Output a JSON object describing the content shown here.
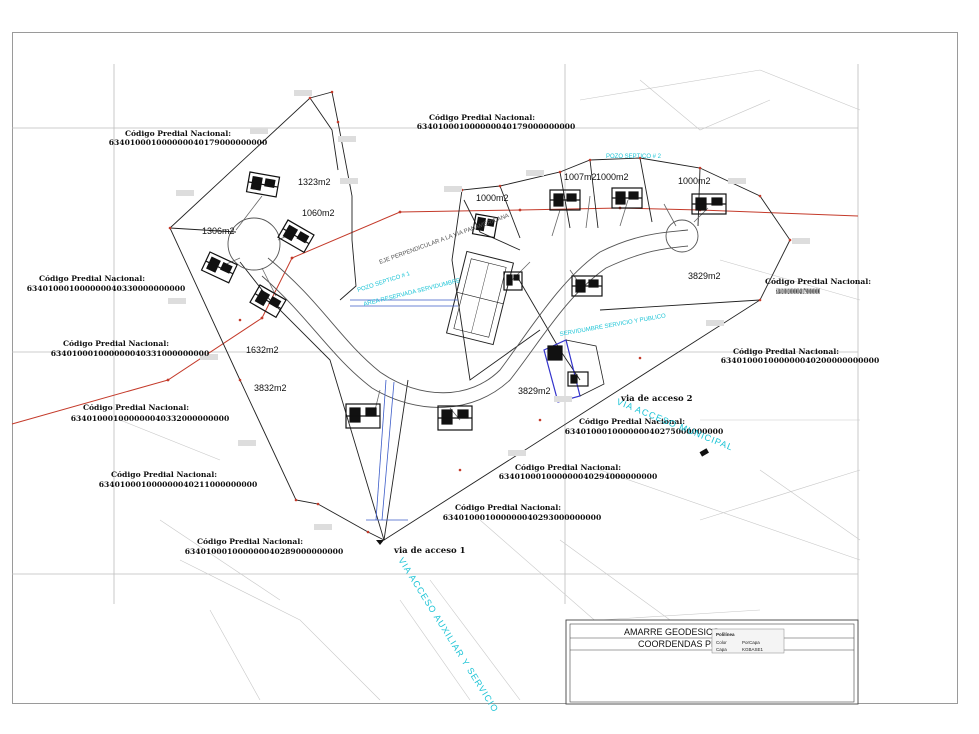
{
  "colors": {
    "boundary": "#222222",
    "road_red": "#c43a2a",
    "cyan_text": "#1cc4d6",
    "road_edge": "#555555",
    "grid": "#bdbdbd",
    "background_lines": "#c8c8c8",
    "house": "#111111",
    "highlight_blue": "#3333cc"
  },
  "code_labels": [
    {
      "heading": "Código Predial Nacional:",
      "code": "634010001000000040179000000000"
    },
    {
      "heading": "Código Predial Nacional:",
      "code": "634010001000000040179000000000"
    },
    {
      "heading": "Código Predial Nacional:",
      "code": "634010001000000040330000000000"
    },
    {
      "heading": "Código Predial Nacional:",
      "code": "634010001000000040331000000000"
    },
    {
      "heading": "Código Predial Nacional:",
      "code": "634010001000000040332000000000"
    },
    {
      "heading": "Código Predial Nacional:",
      "code": "634010001000000040211000000000"
    },
    {
      "heading": "Código Predial Nacional:",
      "code": "634010001000000040289000000000"
    },
    {
      "heading": "Código Predial Nacional:",
      "code": "634010001000000040293000000000"
    },
    {
      "heading": "Código Predial Nacional:",
      "code": "634010001000000040294000000000"
    },
    {
      "heading": "Código Predial Nacional:",
      "code": "634010001000000040275000000000"
    },
    {
      "heading": "Código Predial Nacional:",
      "code": "634010001000000040200000000000"
    },
    {
      "heading": "Código Predial Nacional:",
      "code": "634010001000000040179000000000"
    }
  ],
  "area_labels": [
    "1323m2",
    "1060m2",
    "1306m2",
    "1632m2",
    "3832m2",
    "1000m2",
    "1007m2",
    "1000m2",
    "1000m2",
    "3829m2",
    "3829m2"
  ],
  "access_labels": [
    "via de acceso 1",
    "via de acceso 2"
  ],
  "cyan_labels": {
    "pozo_1": "POZO SEPTICO # 1",
    "area_reservada": "AREA RESERVADA SERVIDUMBRE",
    "servidumbre_right": "SERVIDUMBRE SERVICIO Y PUBLICO",
    "pozo_2": "POZO SEPTICO # 2",
    "eje": "EJE PERPENDICULAR A LA VIA PANAMERICANA",
    "acceso_municipal": "VIA ACCESO MUNICIPAL",
    "acceso_bottom": "VIA ACCESO AUXILIAR Y SERVICIO"
  },
  "title_block": {
    "line1": "AMARRE GEODESICO",
    "line2": "COORDENDAS PL",
    "panel_heading": "Polilínea",
    "panel_rows": [
      {
        "k": "Color",
        "v": "PorCapa"
      },
      {
        "k": "Capa",
        "v": "KGBASE1"
      }
    ]
  }
}
